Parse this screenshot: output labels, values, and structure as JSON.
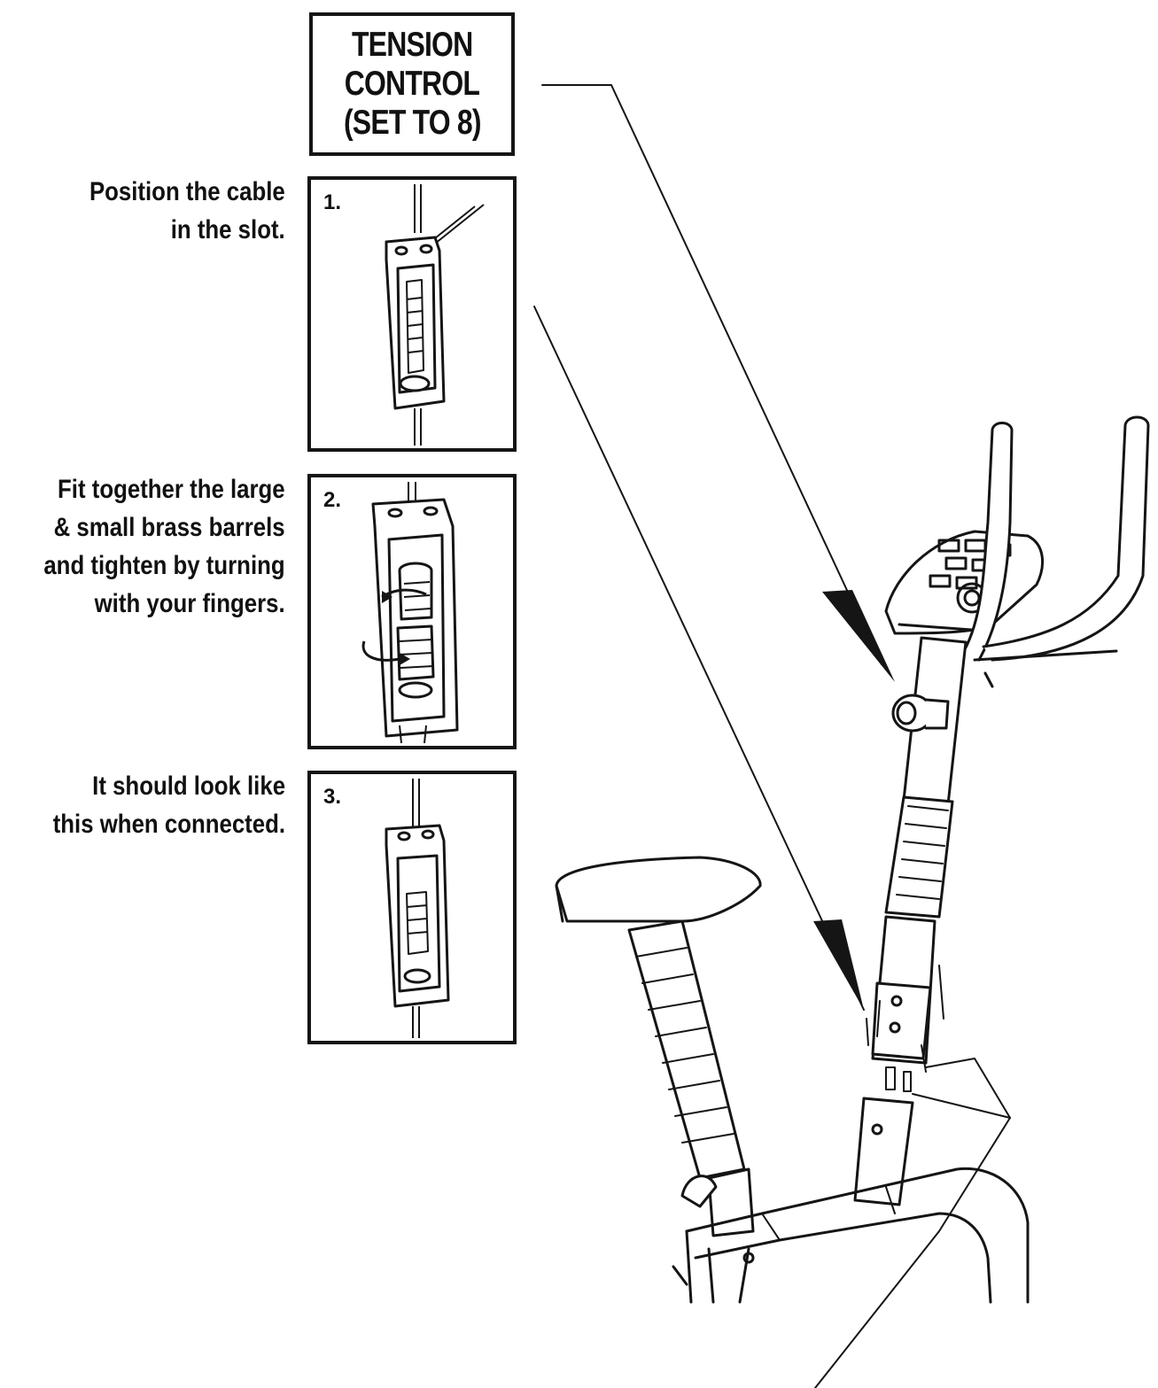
{
  "title": {
    "line1": "TENSION",
    "line2": "CONTROL",
    "line3": "(SET TO 8)"
  },
  "steps": [
    {
      "number": "1.",
      "caption_lines": [
        "Position the cable",
        "in the slot."
      ]
    },
    {
      "number": "2.",
      "caption_lines": [
        "Fit together the large",
        "& small brass barrels",
        "and tighten by turning",
        "with your fingers."
      ]
    },
    {
      "number": "3.",
      "caption_lines": [
        "It should look like",
        "this when connected."
      ]
    }
  ],
  "colors": {
    "ink": "#151515",
    "background": "#ffffff"
  }
}
